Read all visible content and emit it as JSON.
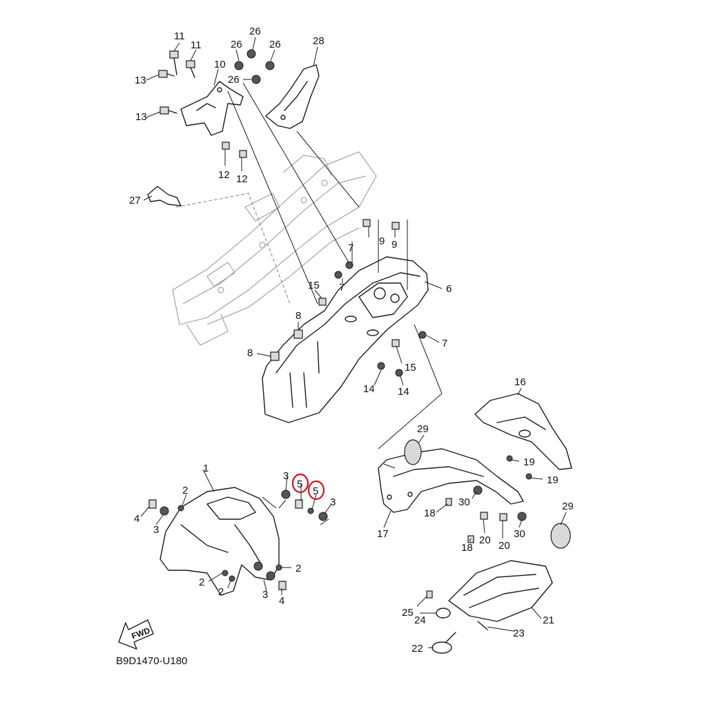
{
  "diagram_code": "B9D1470-U180",
  "fwd_label": "FWD",
  "labels": {
    "l1": "1",
    "l2a": "2",
    "l2b": "2",
    "l2c": "2",
    "l2d": "2",
    "l3a": "3",
    "l3b": "3",
    "l3c": "3",
    "l3d": "3",
    "l4a": "4",
    "l4b": "4",
    "l5a": "5",
    "l5b": "5",
    "l6": "6",
    "l7a": "7",
    "l7b": "7",
    "l7c": "7",
    "l8a": "8",
    "l8b": "8",
    "l9a": "9",
    "l9b": "9",
    "l10": "10",
    "l11a": "11",
    "l11b": "11",
    "l12a": "12",
    "l12b": "12",
    "l13a": "13",
    "l13b": "13",
    "l14a": "14",
    "l14b": "14",
    "l15a": "15",
    "l15b": "15",
    "l16": "16",
    "l17": "17",
    "l18a": "18",
    "l18b": "18",
    "l19a": "19",
    "l19b": "19",
    "l20a": "20",
    "l20b": "20",
    "l21": "21",
    "l22": "22",
    "l23": "23",
    "l24": "24",
    "l25": "25",
    "l26a": "26",
    "l26b": "26",
    "l26c": "26",
    "l26d": "26",
    "l27": "27",
    "l28": "28",
    "l29a": "29",
    "l29b": "29",
    "l30a": "30",
    "l30b": "30"
  },
  "highlight_color": "#d0111b"
}
